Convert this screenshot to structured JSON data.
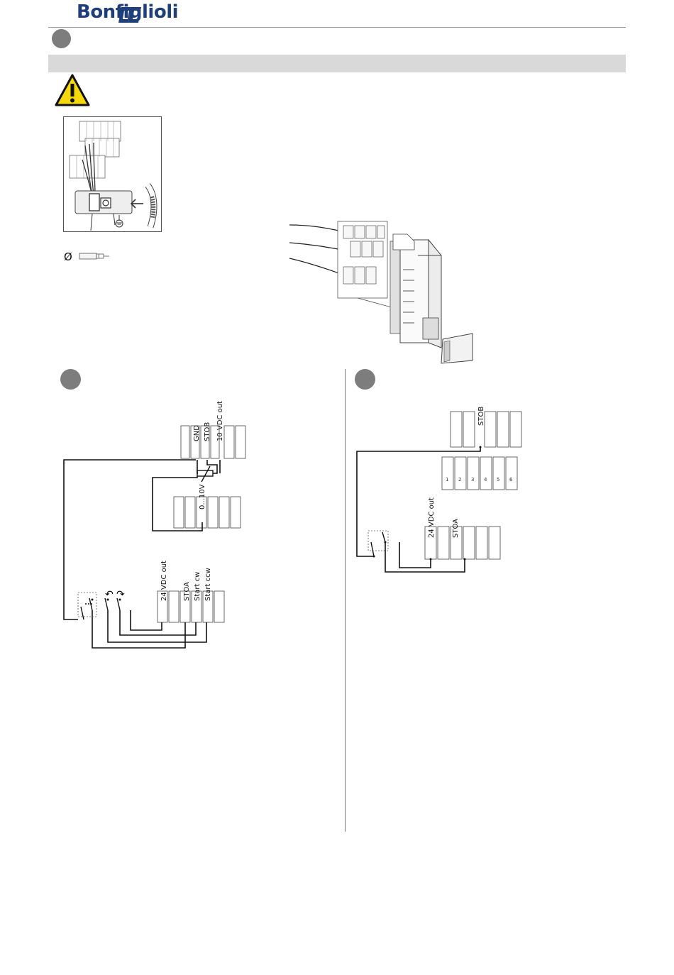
{
  "header": {
    "brand": "Bonfiglioli",
    "brand_color": "#1e3f7a"
  },
  "icons": {
    "warning": "warning-triangle-icon",
    "diameter": "diameter-symbol",
    "ground": "ground-icon"
  },
  "cable": {
    "diameter_symbol": "Ø"
  },
  "diagram_left": {
    "top_block_labels": [
      "GND",
      "STOB",
      "10 VDC out"
    ],
    "analog_block_labels": [
      "0...10V"
    ],
    "bottom_block_labels": [
      "24 VDC out",
      "STOA",
      "Start cw",
      "Start ccw"
    ],
    "rotation_symbols": [
      "↶",
      "↷"
    ]
  },
  "diagram_right": {
    "top_block_labels": [
      "STOB"
    ],
    "middle_block_numbers": [
      "1",
      "2",
      "3",
      "4",
      "5",
      "6"
    ],
    "bottom_block_labels": [
      "24 VDC out",
      "STOA"
    ]
  },
  "colors": {
    "section_gray": "#7d7d7d",
    "band_gray": "#d9d9d9",
    "warning_yellow": "#f5d90a"
  }
}
